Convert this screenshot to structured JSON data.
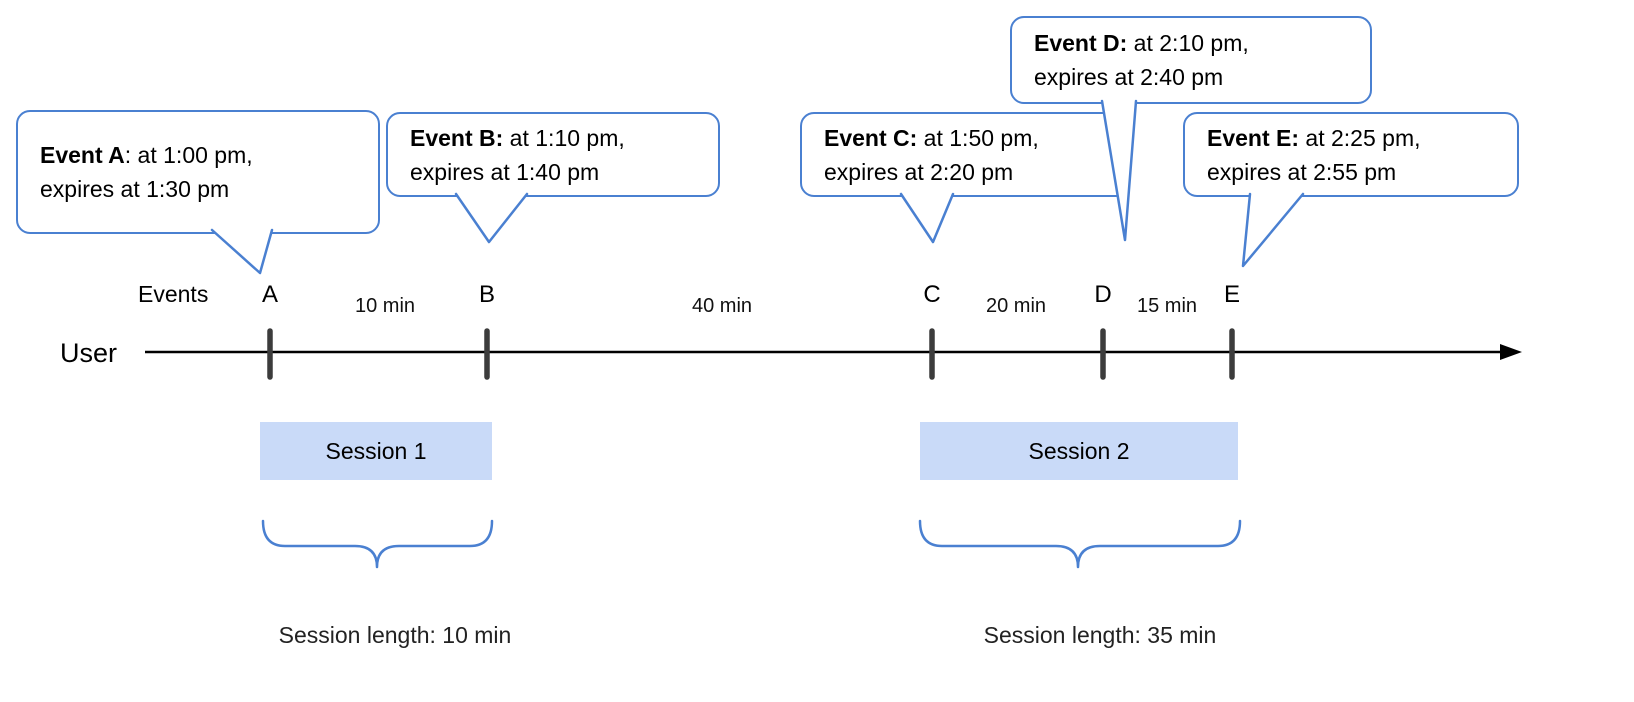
{
  "colors": {
    "bubble_border": "#4a80d1",
    "session_fill": "#c9daf8",
    "timeline_line": "#000000",
    "tick": "#3c3c3c"
  },
  "labels": {
    "user": "User",
    "events": "Events"
  },
  "bubbles": [
    {
      "bold": "Event A",
      "rest": ": at 1:00 pm,",
      "line2": "expires at 1:30 pm"
    },
    {
      "bold": "Event B:",
      "rest": " at 1:10 pm,",
      "line2": "expires at 1:40 pm"
    },
    {
      "bold": "Event C:",
      "rest": " at 1:50 pm,",
      "line2": "expires at 2:20 pm"
    },
    {
      "bold": "Event D:",
      "rest": " at 2:10 pm,",
      "line2": "expires at 2:40 pm"
    },
    {
      "bold": "Event E:",
      "rest": " at 2:25 pm,",
      "line2": "expires at 2:55 pm"
    }
  ],
  "timeline": {
    "event_letters": [
      "A",
      "B",
      "C",
      "D",
      "E"
    ],
    "intervals": [
      "10 min",
      "40 min",
      "20 min",
      "15 min"
    ]
  },
  "sessions": [
    {
      "label": "Session 1",
      "length": "Session length: 10 min"
    },
    {
      "label": "Session 2",
      "length": "Session length: 35 min"
    }
  ]
}
